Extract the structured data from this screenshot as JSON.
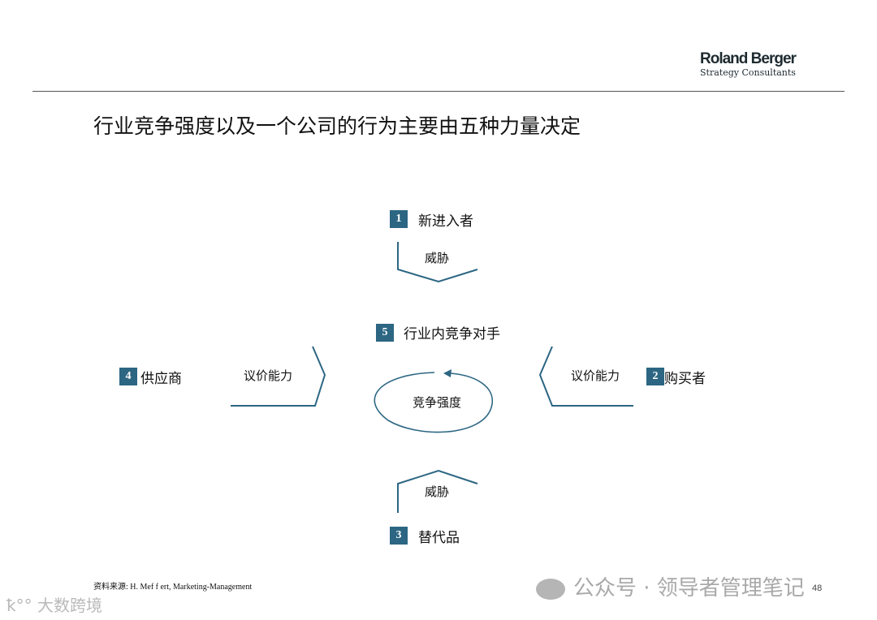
{
  "header": {
    "logo_main": "Roland Berger",
    "logo_sub": "Strategy Consultants"
  },
  "title": "行业竞争强度以及一个公司的行为主要由五种力量决定",
  "forces": [
    {
      "num": "1",
      "label": "新进入者"
    },
    {
      "num": "2",
      "label": "购买者"
    },
    {
      "num": "3",
      "label": "替代品"
    },
    {
      "num": "4",
      "label": "供应商"
    },
    {
      "num": "5",
      "label": "行业内竞争对手"
    }
  ],
  "arrows": {
    "top": "威胁",
    "bottom": "威胁",
    "left": "议价能力",
    "right": "议价能力"
  },
  "center": "竞争强度",
  "source": "资料来源: H. Mef f ert, Marketing-Management",
  "page_number": "48",
  "watermarks": {
    "left": "大数跨境",
    "right": "公众号 · 领导者管理笔记"
  },
  "colors": {
    "accent": "#2c6683"
  }
}
